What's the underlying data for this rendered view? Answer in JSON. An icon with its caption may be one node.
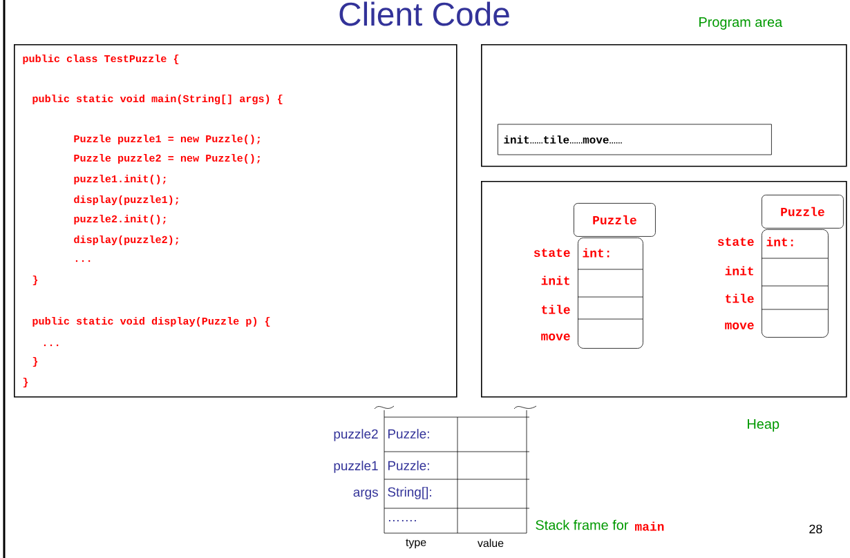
{
  "diagram": {
    "title": "Client Code",
    "nodes": [
      {
        "text": [
          "public class TestPuzzle {",
          "public static void main(String[] args) {",
          "Puzzle puzzle1 = new Puzzle();",
          "Puzzle puzzle2 = new Puzzle();",
          "puzzle1.init();",
          "display(puzzle1);",
          "puzzle2.init();",
          "display(puzzle2);",
          "...",
          "}",
          "public static void display(Puzzle p) {",
          "...",
          "}",
          "}"
        ]
      },
      {
        "text": [
          "Program area"
        ]
      },
      {
        "text": [
          "**init**……**tile**……**move**……"
        ],
        "in": 1
      },
      {
        "text": [
          "Heap"
        ]
      },
      {
        "text": [
          "Puzzle"
        ],
        "in": 3
      },
      {
        "text": [
          "int:"
        ],
        "in": 3,
        "beside": [
          "state",
          "init",
          "tile",
          "move"
        ]
      },
      {
        "text": [
          "Puzzle"
        ],
        "in": 3
      },
      {
        "text": [
          "int:"
        ],
        "in": 3,
        "beside": [
          "state",
          "init",
          "tile",
          "move"
        ]
      }
    ],
    "labels": [
      "puzzle2",
      "Puzzle:",
      "puzzle1",
      "Puzzle:",
      "args",
      "String[]:",
      "…….",
      "type",
      "value",
      "Stack frame for",
      "main",
      "28"
    ]
  }
}
